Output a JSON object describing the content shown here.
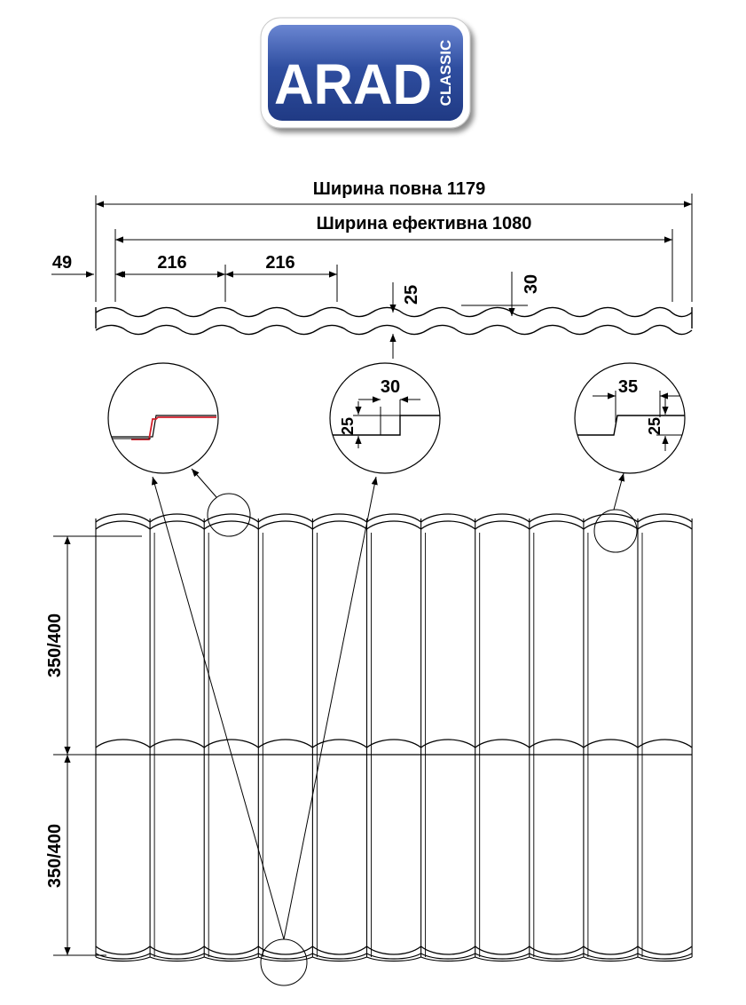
{
  "logo": {
    "brand": "ARAD",
    "series": "CLASSIC",
    "colors": {
      "frame": "#2f4ea0",
      "frame_light": "#5a78c8",
      "text": "#ffffff"
    }
  },
  "profile": {
    "full_width_label": "Ширина повна  1179",
    "effective_width_label": "Ширина ефективна 1080",
    "overhang": "49",
    "pitch_1": "216",
    "pitch_2": "216",
    "profile_depth": "25",
    "wave_depth": "30"
  },
  "details": {
    "step_detail_a": {
      "width": "30",
      "height": "25"
    },
    "step_detail_b": {
      "width": "35",
      "height": "25"
    },
    "accent_color": "#d21f2b"
  },
  "sheet": {
    "module_length_1": "350/400",
    "module_length_2": "350/400"
  }
}
